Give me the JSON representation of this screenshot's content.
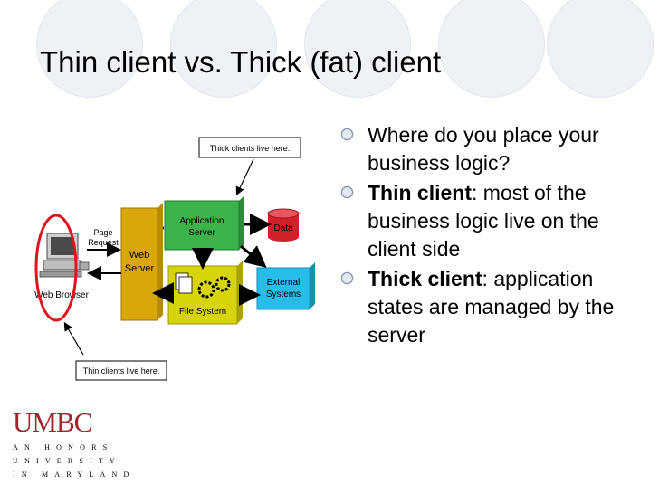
{
  "slide": {
    "title": "Thin client vs. Thick (fat) client",
    "bullets": [
      {
        "bold": "",
        "text": "Where do you place your business logic?"
      },
      {
        "bold": "Thin client",
        "text": ": most of the business logic live on the client side"
      },
      {
        "bold": "Thick client",
        "text": ": application states are managed by the server"
      }
    ]
  },
  "diagram": {
    "thick_label": "Thick clients live here.",
    "thin_label": "Thin clients live here.",
    "app_server_line1": "Application",
    "app_server_line2": "Server",
    "data": "Data",
    "web_server_line1": "Web",
    "web_server_line2": "Server",
    "page_request_line1": "Page",
    "page_request_line2": "Request",
    "external_line1": "External",
    "external_line2": "Systems",
    "file_system": "File System",
    "web_browser": "Web Browser"
  },
  "logo": {
    "name": "UMBC",
    "line1": "AN HONORS",
    "line2": "UNIVERSITY",
    "line3": "IN MARYLAND"
  },
  "colors": {
    "app_server": "#3cb24a",
    "web_server": "#d9a70a",
    "file_system": "#d8d40b",
    "data": "#d0202a",
    "external": "#28bce8",
    "circle_red": "#e0141e",
    "logo_red": "#a1262c"
  }
}
